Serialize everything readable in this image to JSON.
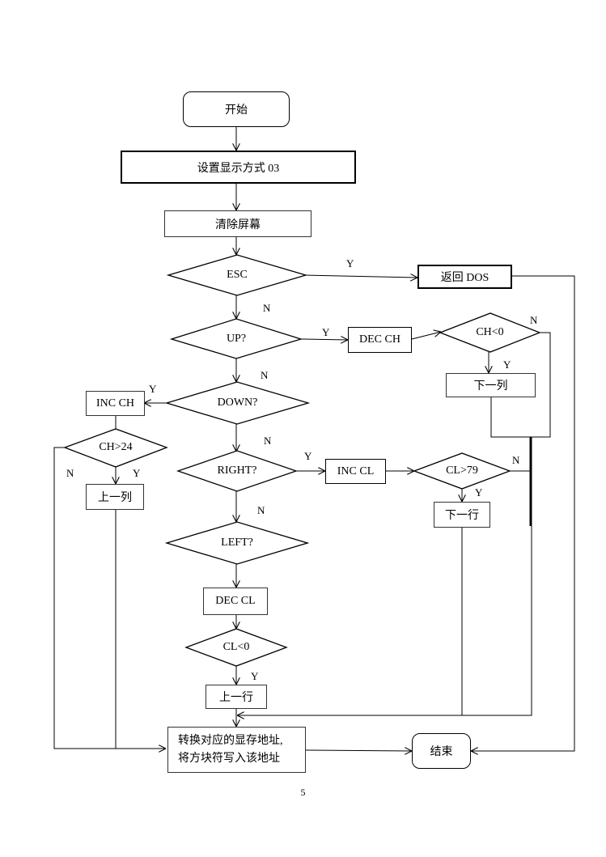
{
  "nodes": {
    "start": "开始",
    "set_mode": "设置显示方式 03",
    "clear_screen": "清除屏幕",
    "esc": "ESC",
    "return_dos": "返回 DOS",
    "up": "UP?",
    "dec_ch": "DEC CH",
    "ch_lt0": "CH<0",
    "next_col": "下一列",
    "down": "DOWN?",
    "inc_ch": "INC CH",
    "ch_gt24": "CH>24",
    "prev_col": "上一列",
    "right": "RIGHT?",
    "inc_cl": "INC CL",
    "cl_gt79": "CL>79",
    "next_row": "下一行",
    "left": "LEFT?",
    "dec_cl": "DEC CL",
    "cl_lt0": "CL<0",
    "prev_row": "上一行",
    "convert_line1": "转换对应的显存地址,",
    "convert_line2": "将方块符写入该地址",
    "end": "结束"
  },
  "labels": {
    "y": "Y",
    "n": "N"
  },
  "page_number": "5"
}
